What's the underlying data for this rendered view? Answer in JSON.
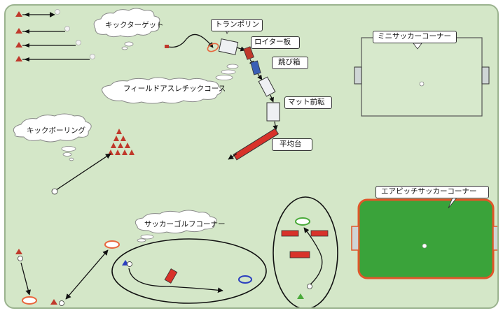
{
  "labels": {
    "kick_target": "キックターゲット",
    "trampoline": "トランポリン",
    "loiter_board": "ロイター板",
    "vaulting_box": "跳び箱",
    "field_athletic": "フィールドアスレチックコース",
    "mat_roll": "マット前転",
    "kick_bowling": "キックボーリング",
    "balance_beam": "平均台",
    "mini_soccer": "ミニサッカーコーナー",
    "soccer_golf": "サッカーゴルフコーナー",
    "air_pitch": "エアピッチサッカーコーナー"
  },
  "colors": {
    "background": "#d4e7c8",
    "cone_red": "#c0392b",
    "beam_red": "#d8322a",
    "pitch_green": "#3aa33a",
    "pitch_border": "#e0572a",
    "ring_orange": "#e8663c",
    "ring_blue": "#2b3fbf"
  }
}
